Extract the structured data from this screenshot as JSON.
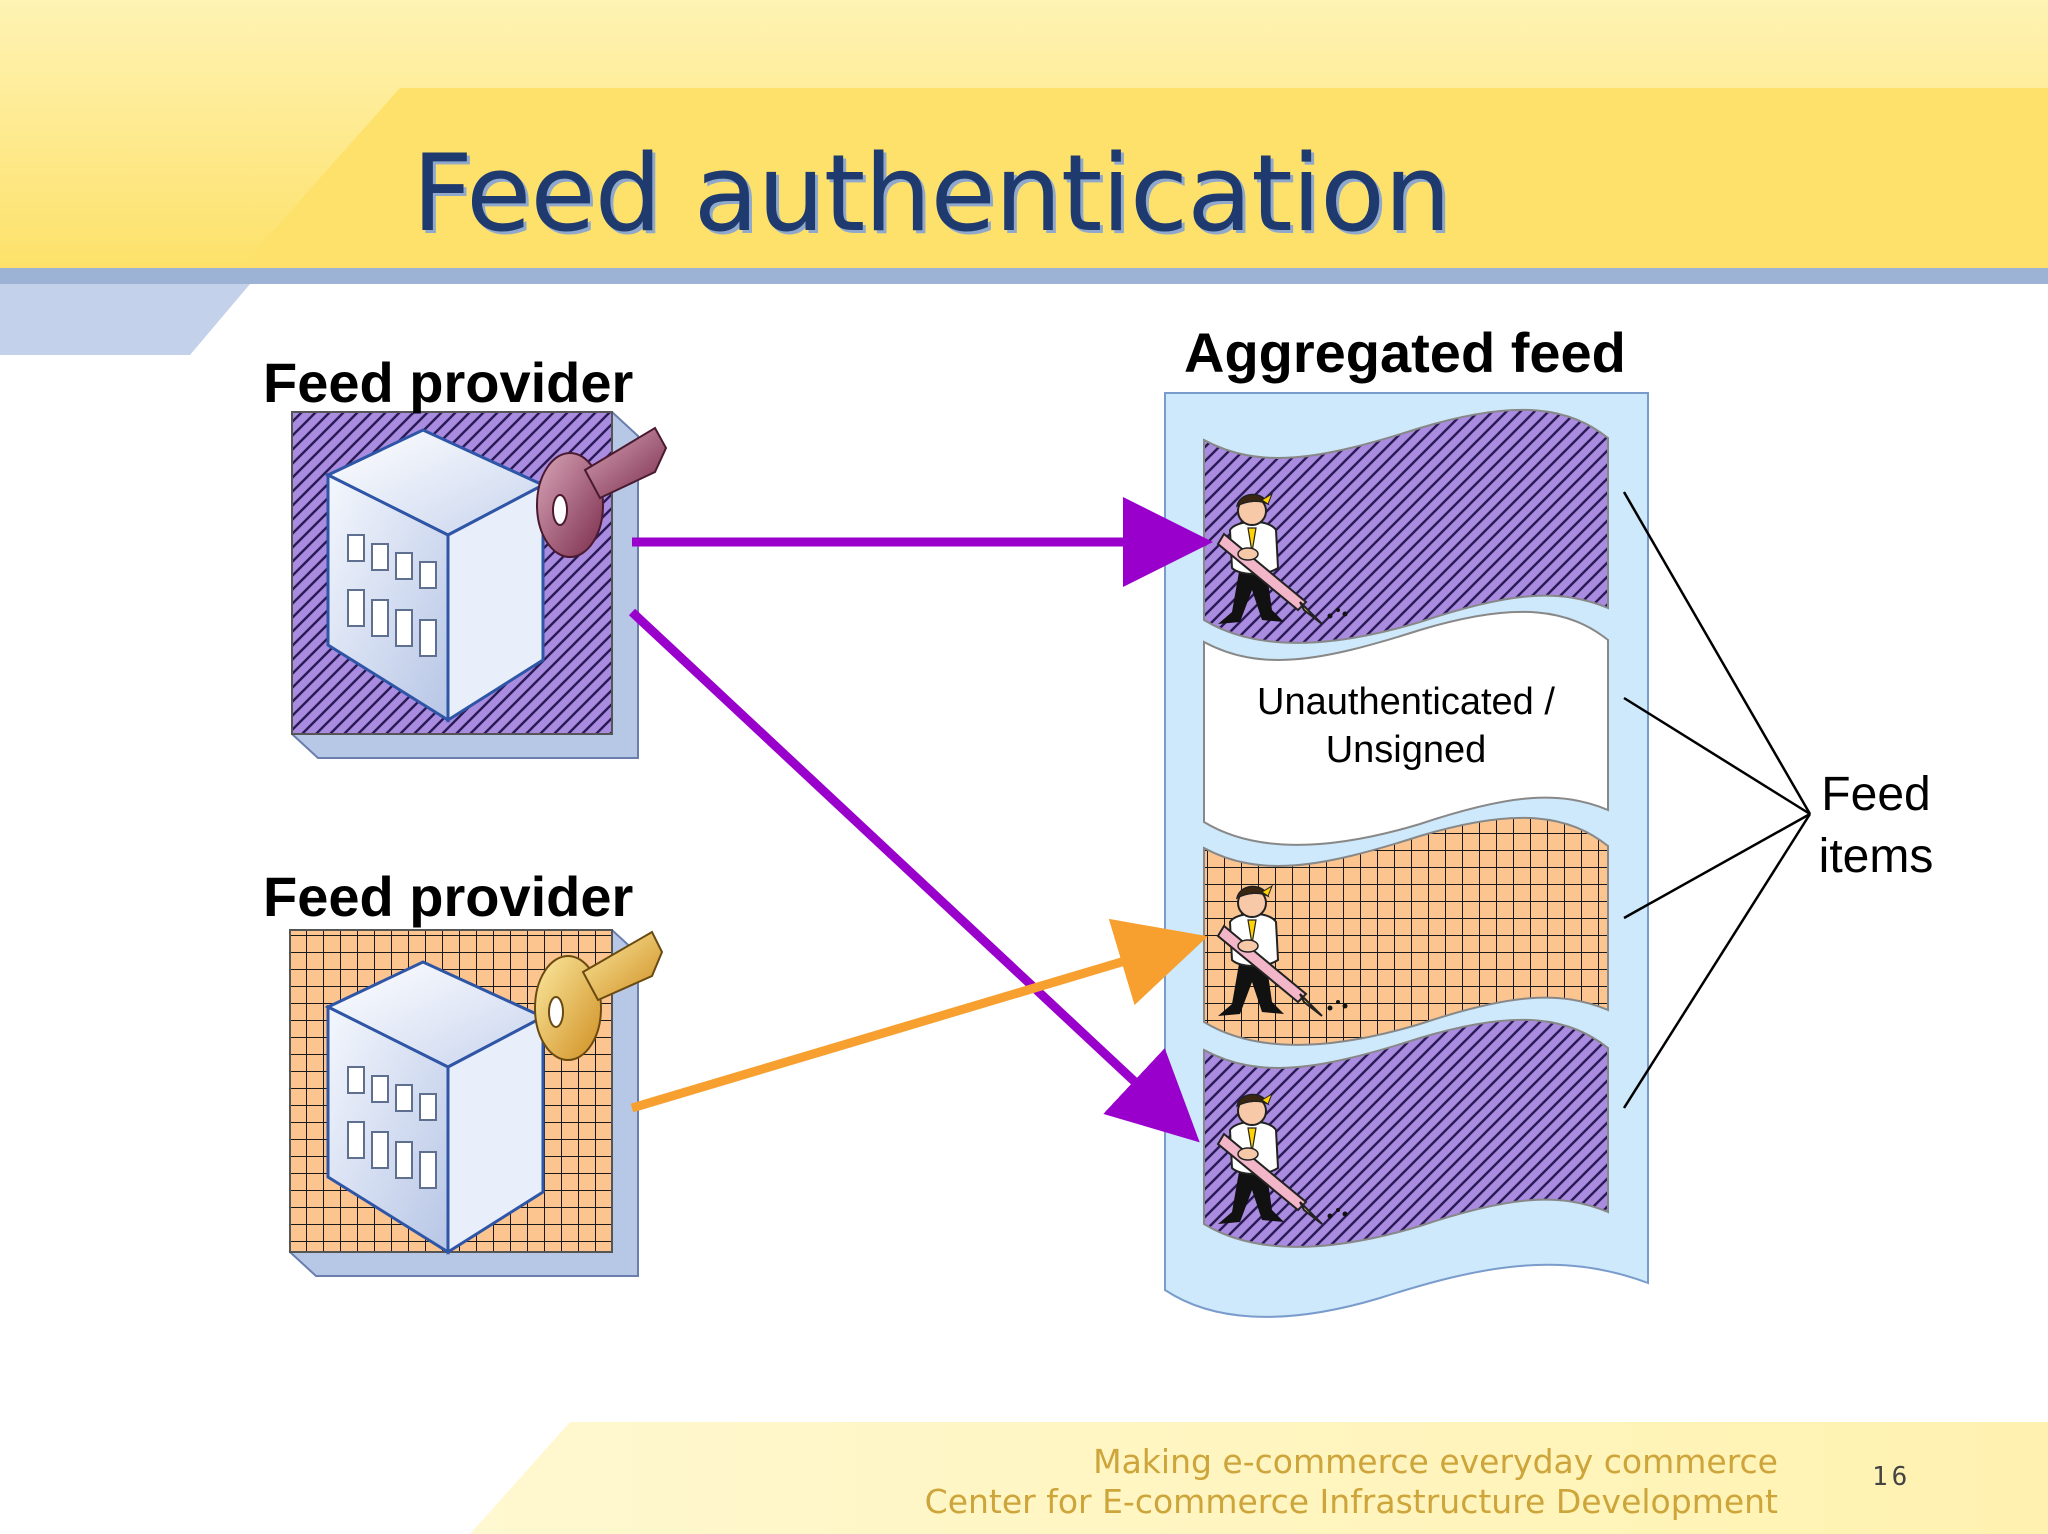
{
  "slide": {
    "title": "Feed authentication",
    "page_number": "16"
  },
  "providers": [
    {
      "label": "Feed provider",
      "pattern": "purple-diagonal-hatch",
      "key_color": "#8a3a5c"
    },
    {
      "label": "Feed provider",
      "pattern": "orange-grid",
      "key_color": "#d9a63a"
    }
  ],
  "aggregated_feed": {
    "title": "Aggregated feed",
    "items": [
      {
        "pattern": "purple-diagonal-hatch",
        "signed": true,
        "icon": "signer-with-pen-icon"
      },
      {
        "pattern": "white",
        "signed": false,
        "text_line1": "Unauthenticated /",
        "text_line2": "Unsigned"
      },
      {
        "pattern": "orange-grid",
        "signed": true,
        "icon": "signer-with-pen-icon"
      },
      {
        "pattern": "purple-diagonal-hatch",
        "signed": true,
        "icon": "signer-with-pen-icon"
      }
    ]
  },
  "feed_items_label": {
    "line1": "Feed",
    "line2": "items"
  },
  "footer": {
    "line1": "Making e-commerce everyday commerce",
    "line2": "Center for E-commerce Infrastructure Development"
  },
  "colors": {
    "header_yellow": "#fde77a",
    "header_band_blue": "#9db3d6",
    "purple_arrow": "#9900cc",
    "orange_arrow": "#f7a030",
    "feed_background": "#cde9fb",
    "purple_pattern": "#a98be0",
    "orange_pattern": "#fcc590"
  }
}
